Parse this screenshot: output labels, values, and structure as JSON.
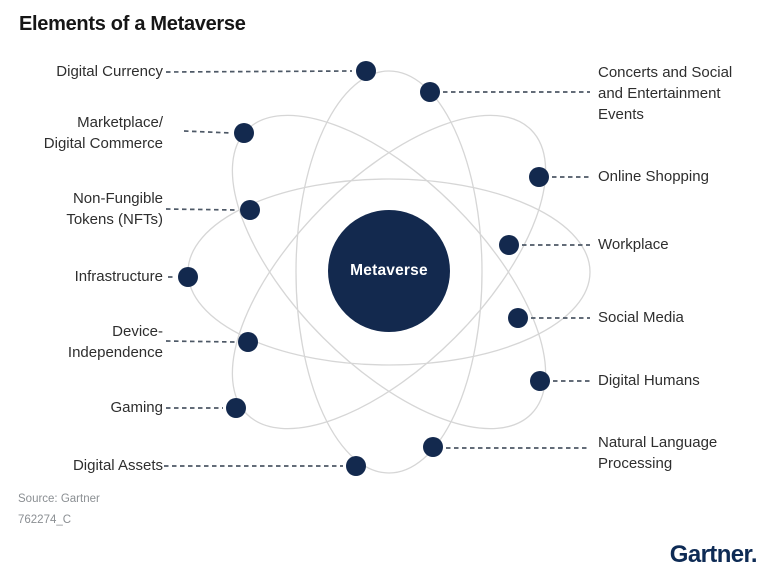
{
  "title": "Elements of a Metaverse",
  "center": {
    "label": "Metaverse"
  },
  "colors": {
    "navy": "#13294e",
    "orbit_gray": "#d6d6d6",
    "dash_gray": "#4d5866",
    "label_text": "#2e2e2e",
    "muted_text": "#8b8f93",
    "logo_navy": "#0e2b55"
  },
  "elements": {
    "left": [
      {
        "label": "Digital Currency"
      },
      {
        "label": "Marketplace/\nDigital Commerce"
      },
      {
        "label": "Non-Fungible\nTokens (NFTs)"
      },
      {
        "label": "Infrastructure"
      },
      {
        "label": "Device-\nIndependence"
      },
      {
        "label": "Gaming"
      },
      {
        "label": "Digital Assets"
      }
    ],
    "right": [
      {
        "label": "Concerts and Social\nand Entertainment\nEvents"
      },
      {
        "label": "Online Shopping"
      },
      {
        "label": "Workplace"
      },
      {
        "label": "Social Media"
      },
      {
        "label": "Digital Humans"
      },
      {
        "label": "Natural Language\nProcessing"
      }
    ]
  },
  "footer": {
    "source": "Source: Gartner",
    "doc_id": "762274_C",
    "logo": "Gartner."
  }
}
